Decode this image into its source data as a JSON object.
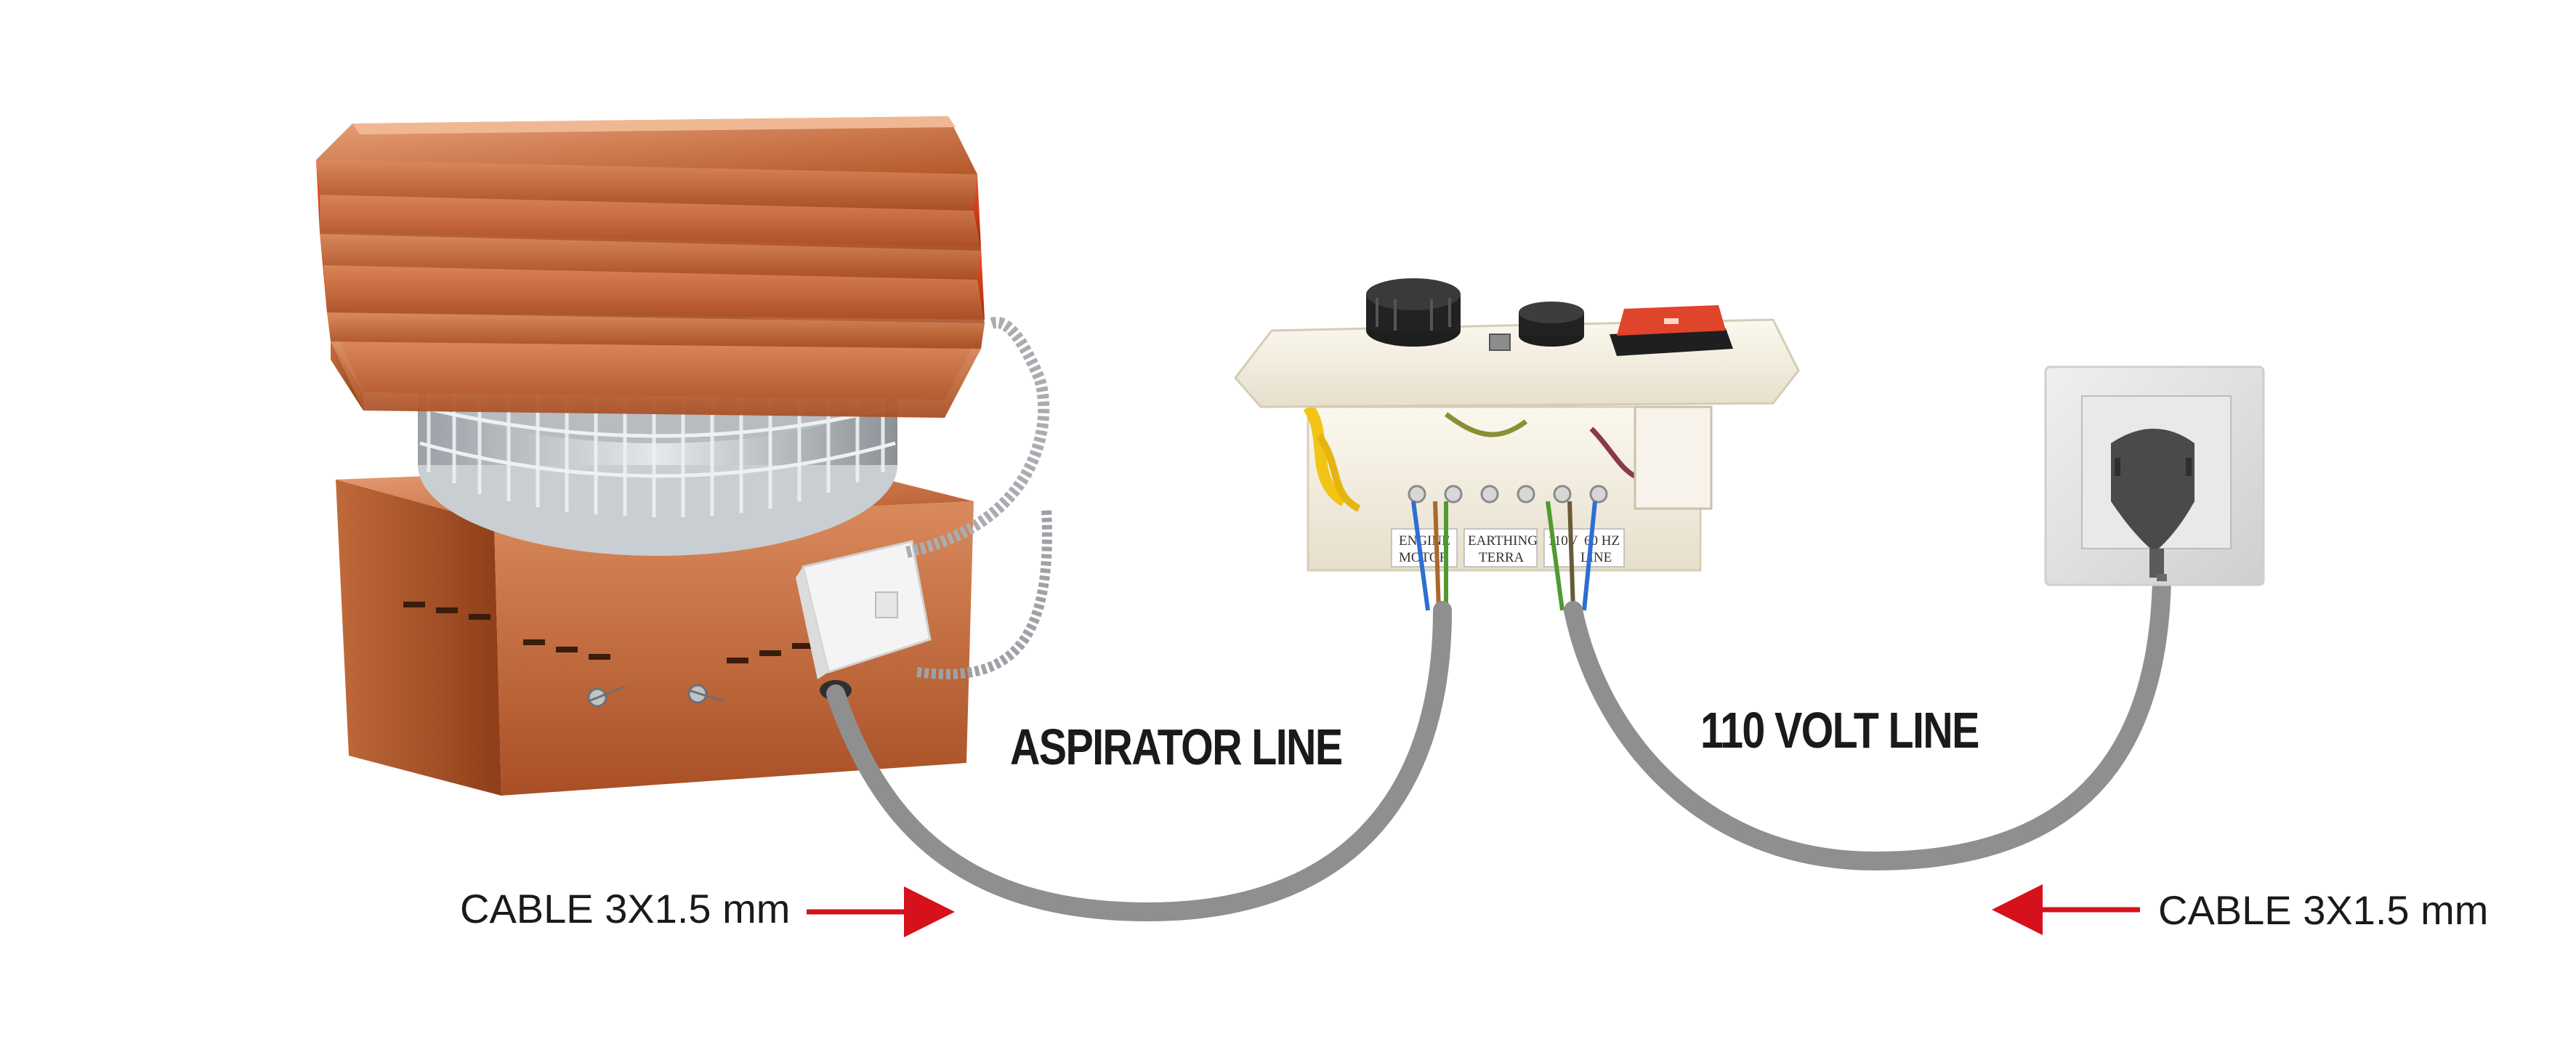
{
  "labels": {
    "aspirator_line": "ASPIRATOR LINE",
    "volt_line": "110 VOLT LINE",
    "cable_left": "CABLE 3X1.5 mm",
    "cable_right": "CABLE 3X1.5 mm"
  },
  "terminal_labels": {
    "engine_top": "ENGINE",
    "engine_bottom": "MOTOR",
    "earth_top": "EARTHING",
    "earth_bottom": "TERRA",
    "line_top_a": "110V",
    "line_top_b": "60 HZ",
    "line_bottom": "LINE"
  },
  "colors": {
    "cable": "#8f8f8f",
    "arrow": "#d6111c",
    "copper": "#c8733f",
    "panel": "#f3eee0",
    "switch": "#e0442a",
    "socket": "#e2e2e2",
    "plug": "#4a4a4a"
  }
}
